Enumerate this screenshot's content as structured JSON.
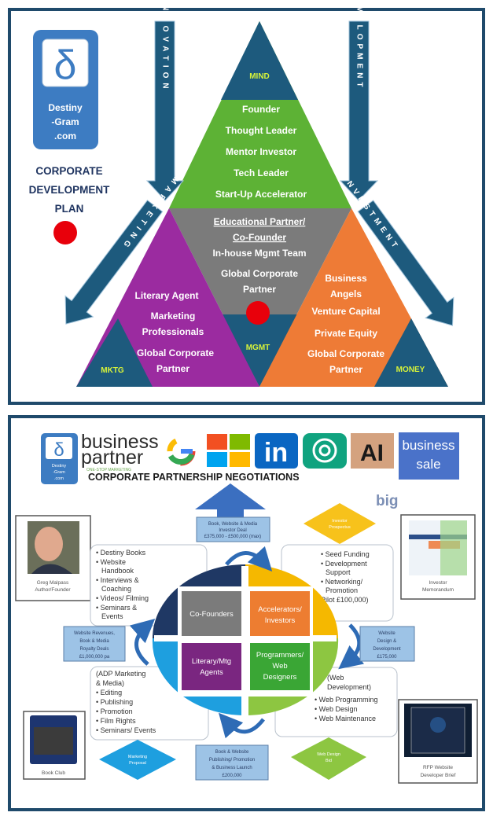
{
  "plan": {
    "logo": {
      "symbol": "δ",
      "lines": [
        "Destiny",
        "-Gram",
        ".com"
      ]
    },
    "title_lines": [
      "CORPORATE",
      "DEVELOPMENT",
      "PLAN"
    ],
    "arrows": {
      "innovation": "INNOVATION",
      "development": "DEVELOPMENT",
      "marketing": "MARKETING",
      "investment": "INVESTMENT"
    },
    "mind": {
      "label": "MIND",
      "items": [
        "Founder",
        "Thought Leader",
        "Mentor Investor",
        "Tech Leader",
        "Start-Up Accelerator"
      ]
    },
    "mgmt": {
      "label": "MGMT",
      "items": [
        "Educational Partner/",
        "Co-Founder",
        "In-house  Mgmt Team",
        "Global Corporate",
        "Partner"
      ]
    },
    "mktg": {
      "label": "MKTG",
      "items": [
        "Literary Agent",
        "Marketing",
        "Professionals",
        "Global Corporate",
        "Partner"
      ]
    },
    "money": {
      "label": "MONEY",
      "items": [
        "Business",
        "Angels",
        "Venture Capital",
        "Private Equity",
        "Global Corporate",
        "Partner"
      ]
    },
    "colors": {
      "teal": "#1d5a7d",
      "green": "#5db235",
      "gray": "#7b7b7b",
      "purple": "#9b2ba0",
      "orange": "#ee7b36",
      "label": "#d6f23a"
    }
  },
  "negotiations": {
    "header": {
      "brand_1": "business",
      "brand_2": "partner",
      "tagline": "ONE-STOP MARKETING",
      "title": "CORPORATE PARTNERSHIP NEGOTIATIONS",
      "logo_lines": [
        "Destiny",
        "-Gram",
        ".com"
      ],
      "linkedin": "in",
      "anthropic": "AI",
      "business_sale": [
        "business",
        "sale"
      ],
      "big": "big"
    },
    "top_box": [
      "Book, Website & Media",
      "Investor Deal",
      "£375,000 - £500,000 (max)"
    ],
    "investor_diamond": [
      "Investor",
      "Prospectus"
    ],
    "founder_caption": [
      "Greg Malpass",
      "Author/Founder"
    ],
    "memo_caption": [
      "Investor",
      "Memorandum"
    ],
    "left_list": [
      "Destiny Books",
      "Website",
      "Handbook",
      "Interviews &",
      "Coaching",
      "Videos/ Filming",
      "Seminars &",
      "Events"
    ],
    "right_list": [
      "Seed Funding",
      "Development",
      "Support",
      "Networking/",
      "Promotion",
      "(Pilot £100,000)"
    ],
    "quadrants": {
      "co_founders": [
        "Co-Founders"
      ],
      "accelerators": [
        "Accelerators/",
        "Investors"
      ],
      "agents": [
        "Literary/Mtg",
        "Agents"
      ],
      "programmers": [
        "Programmers/",
        "Web",
        "Designers"
      ]
    },
    "left_box": [
      "Website Revenues,",
      "Book & Media",
      "Royalty Deals",
      "£1,000,000 pa"
    ],
    "right_box": [
      "Website",
      "Design &",
      "Development",
      "£175,000"
    ],
    "lower_left_list": [
      "(ADP Marketing",
      "& Media)",
      "Editing",
      "Publishing",
      "Promotion",
      "Film Rights",
      "Seminars/ Events"
    ],
    "lower_right_list": [
      "(Web",
      "Development)",
      "Web Programming",
      "Web Design",
      "Web Maintenance"
    ],
    "book_club_caption": "Book Club",
    "rfp_caption": [
      "RFP Website",
      "Developer  Brief"
    ],
    "marketing_diamond": [
      "Marketing",
      "Proposal"
    ],
    "bottom_box": [
      "Book & Website",
      "Publishing/ Promotion",
      "& Business Launch",
      "£200,000"
    ],
    "web_diamond": [
      "Web Design",
      "Bid"
    ]
  }
}
